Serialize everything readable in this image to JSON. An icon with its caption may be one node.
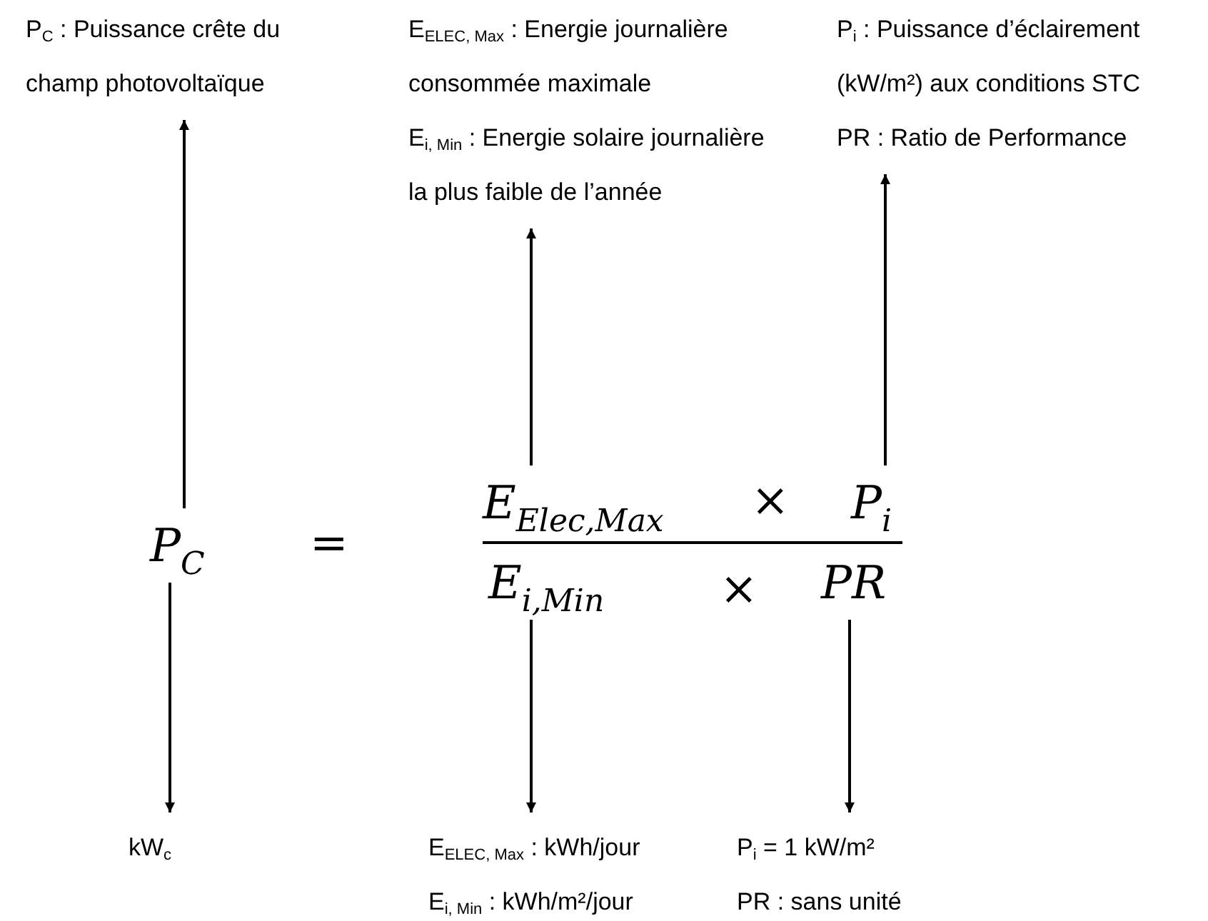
{
  "diagram": {
    "nodes": [
      {
        "text": [
          "P$_{C}$ : Puissance crête du champ photovoltaïque"
        ]
      },
      {
        "text": [
          "E$_{ELEC, Max}$ : Energie journalière consommée maximale",
          "E$_{i, Min}$ : Energie solaire journalière la plus faible de l’année"
        ]
      },
      {
        "text": [
          "P$_{i}$ : Puissance d’éclairement (kW/m²) aux conditions STC",
          "PR : Ratio de Performance"
        ]
      },
      {
        "text": [
          "P$_{C}$"
        ]
      },
      {
        "text": [
          "E$_{Elec,Max}$"
        ]
      },
      {
        "text": [
          "P$_{i}$"
        ]
      },
      {
        "text": [
          "E$_{i,Min}$"
        ]
      },
      {
        "text": [
          "PR"
        ]
      },
      {
        "text": [
          "kW$_{c}$"
        ]
      },
      {
        "text": [
          "E$_{ELEC, Max}$ : kWh/jour",
          "E$_{i, Min}$ : kWh/m²/jour"
        ]
      },
      {
        "text": [
          "P$_{i}$ = 1 kW/m²",
          "PR : sans unité"
        ]
      }
    ],
    "edges": [
      {
        "from": 3,
        "to": 0,
        "arrow": "to"
      },
      {
        "from": 4,
        "to": 1,
        "arrow": "to"
      },
      {
        "from": 5,
        "to": 2,
        "arrow": "to"
      },
      {
        "from": 3,
        "to": 8,
        "arrow": "to"
      },
      {
        "from": 6,
        "to": 9,
        "arrow": "to"
      },
      {
        "from": 7,
        "to": 10,
        "arrow": "to"
      }
    ],
    "labels": [
      "=",
      "×",
      "×"
    ]
  }
}
